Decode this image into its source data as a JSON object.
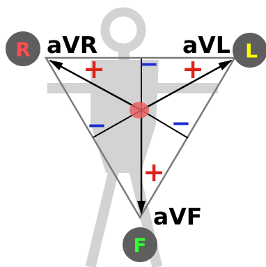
{
  "leads": {
    "avr": "aVR",
    "avl": "aVL",
    "avf": "aVF"
  },
  "limbs": {
    "right": {
      "letter": "R",
      "color": "#ff4d4d"
    },
    "left": {
      "letter": "L",
      "color": "#ffff00"
    },
    "foot": {
      "letter": "F",
      "color": "#33ff33"
    }
  },
  "signs": {
    "positive": "+",
    "negative": "−",
    "positive_color": "#e0201a",
    "negative_color": "#1a2fd0"
  },
  "colors": {
    "figure": "#d3d3d3",
    "badge": "#5e5e5e",
    "triangle": "#7a7a7a",
    "heart": "#e86060"
  }
}
